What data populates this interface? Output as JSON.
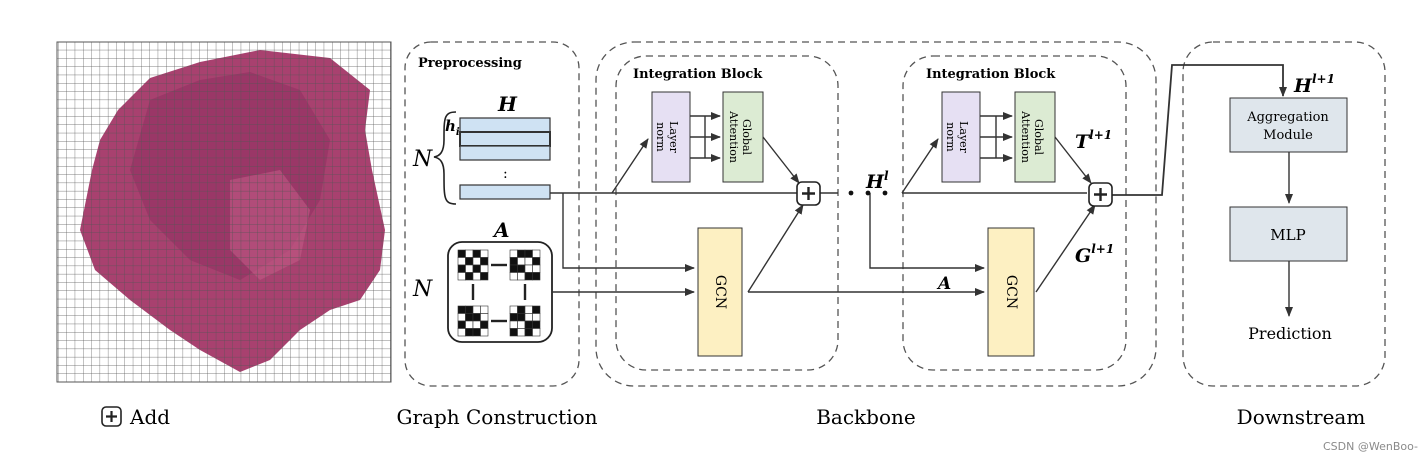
{
  "colors": {
    "patch_fill": "#cfe2f3",
    "layernorm_fill": "#e6e0f3",
    "attention_fill": "#dcebd3",
    "gcn_fill": "#fdf0c2",
    "module_fill": "#dfe6ec",
    "tissue": "#a8416f",
    "dash": "#555555"
  },
  "icons": [
    "plus-box-icon",
    "bracket-icon",
    "adjacency-matrix-icon"
  ],
  "legend": {
    "add_label": "Add"
  },
  "sections": {
    "graph_construction": "Graph Construction",
    "backbone": "Backbone",
    "downstream": "Downstream"
  },
  "preprocessing": {
    "title": "Preprocessing",
    "H": "H",
    "h_sub": "h",
    "h_i": "i",
    "N1": "N",
    "N2": "N",
    "A": "A",
    "dots": ":"
  },
  "blocks": [
    {
      "title": "Integration Block",
      "layer_norm": [
        "Layer",
        "norm"
      ],
      "attention": [
        "Global",
        "Attention"
      ],
      "gcn": "GCN"
    },
    {
      "title": "Integration Block",
      "layer_norm": [
        "Layer",
        "norm"
      ],
      "attention": [
        "Global",
        "Attention"
      ],
      "gcn": "GCN"
    }
  ],
  "labels": {
    "H_l": "H",
    "H_l_sup": "l",
    "A_mid": "A",
    "T": "T",
    "T_sup": "l+1",
    "G": "G",
    "G_sup": "l+1",
    "H_next": "H",
    "H_next_sup": "l+1"
  },
  "downstream": {
    "aggregation": [
      "Aggregation",
      "Module"
    ],
    "mlp": "MLP",
    "prediction": "Prediction"
  },
  "watermark": "CSDN @WenBoo-"
}
